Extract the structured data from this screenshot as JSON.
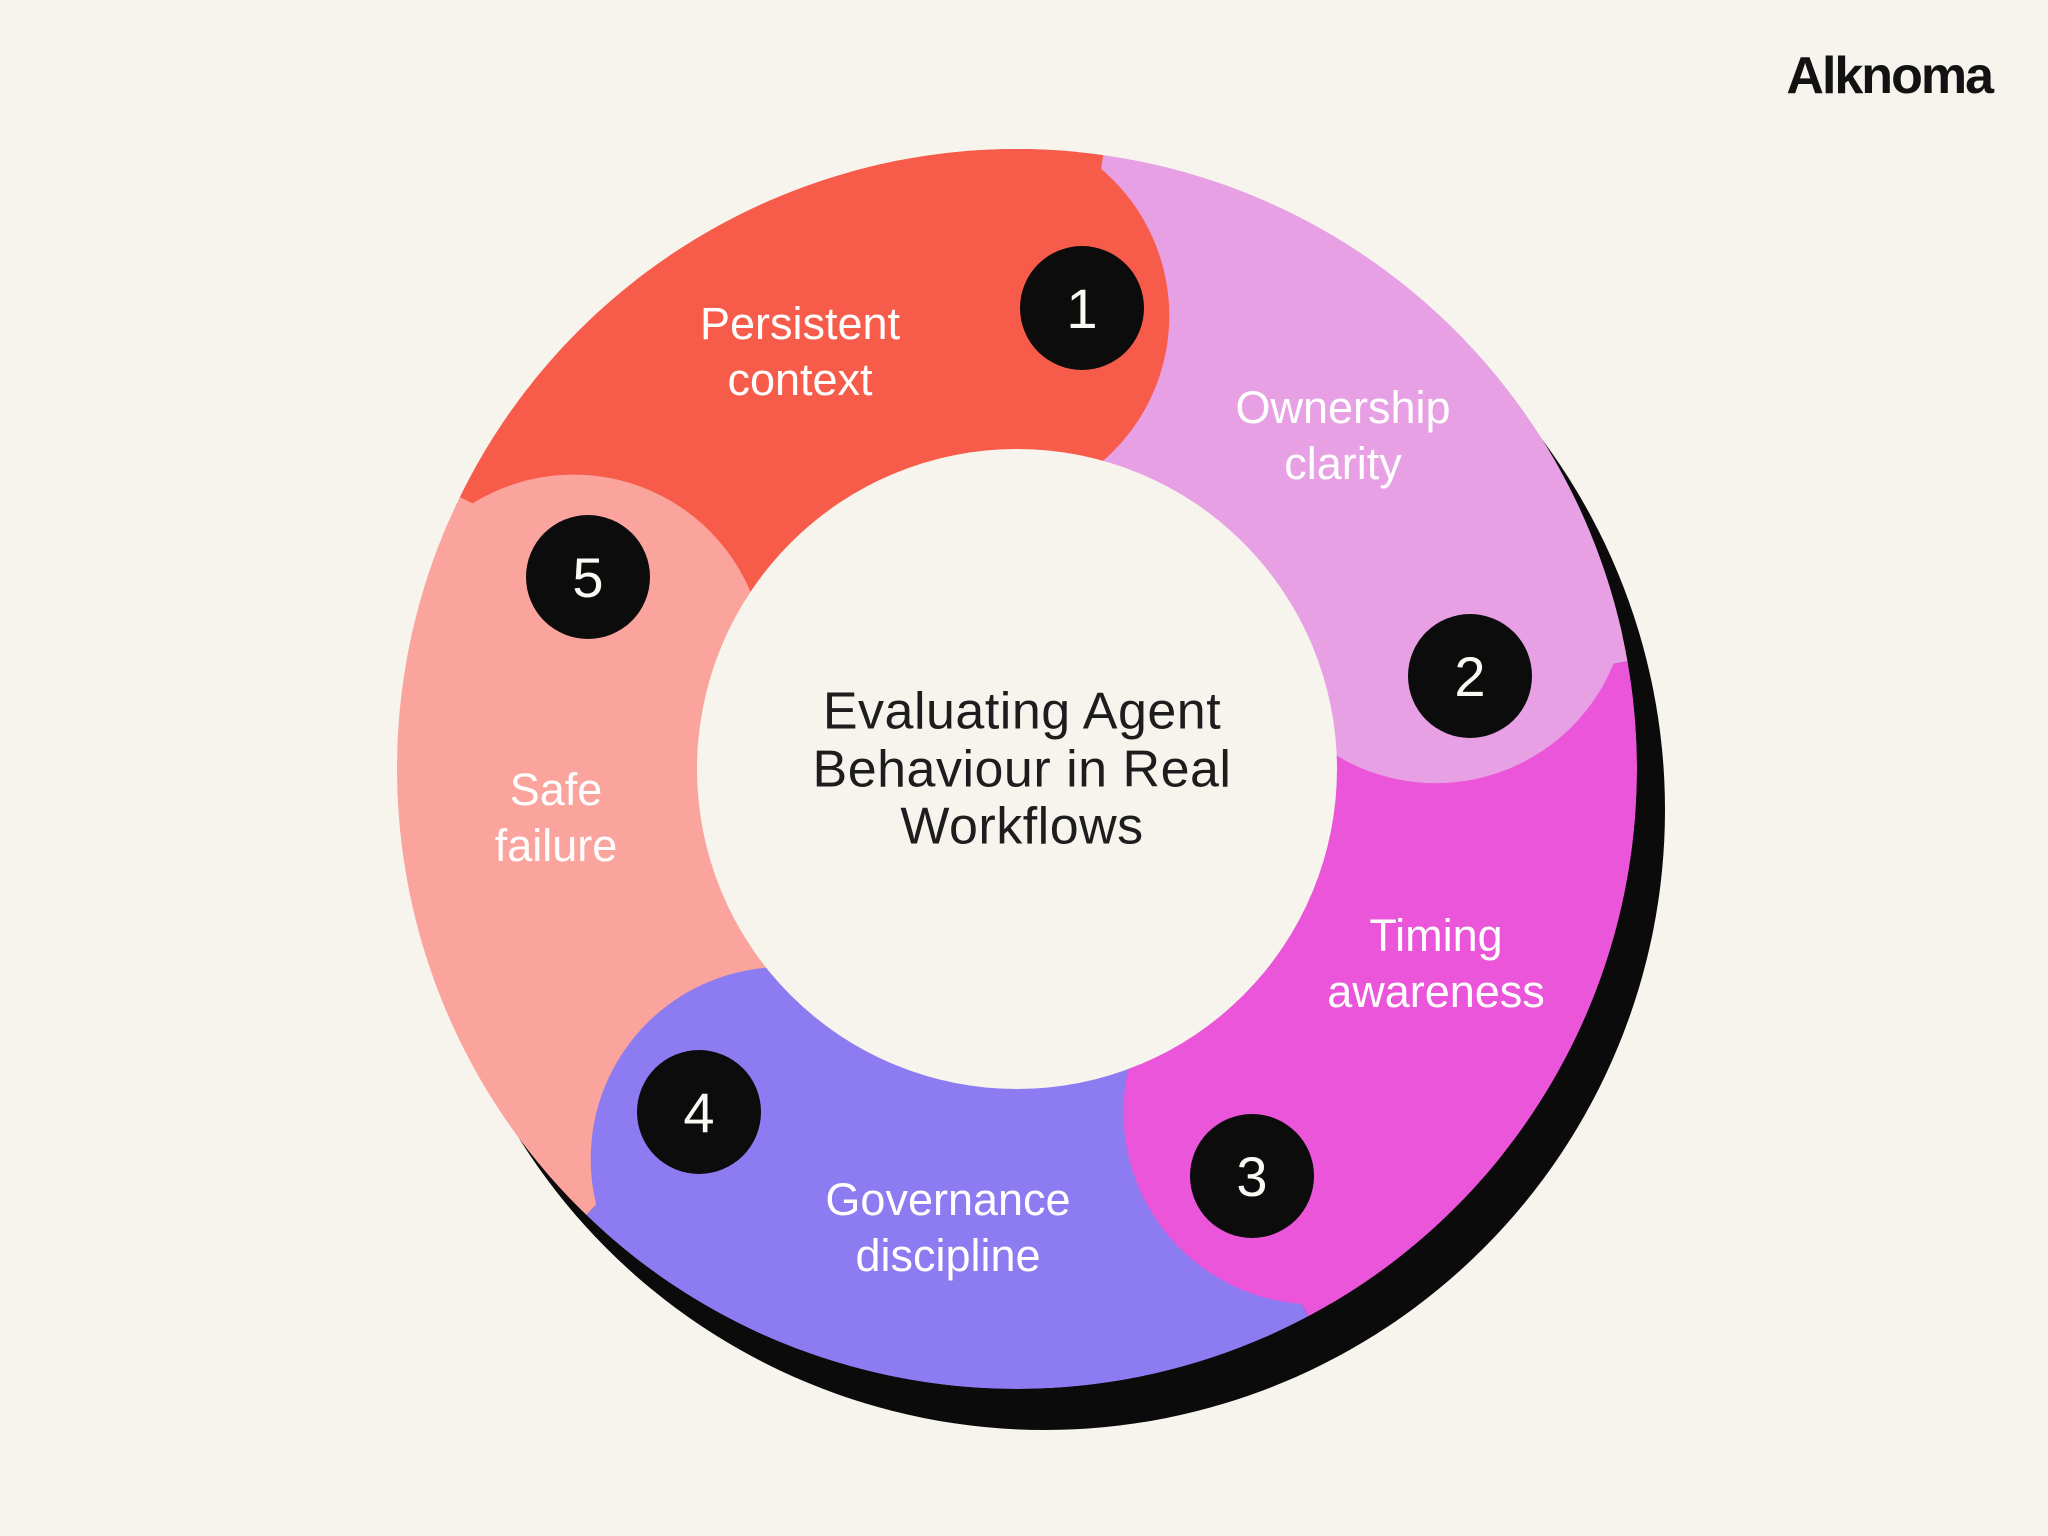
{
  "brand": "Alknoma",
  "center_title": "Evaluating Agent\nBehaviour in Real\nWorkflows",
  "colors": {
    "background": "#F7F4EE",
    "shadow": "#0B0B0B",
    "badge_bg": "#0C0C0C",
    "badge_text": "#FAFAF5",
    "title_text": "#1D1D1D",
    "label_text": "#FFFFFF"
  },
  "steps": [
    {
      "number": "1",
      "label": "Persistent\ncontext",
      "color": "#F75C4B"
    },
    {
      "number": "2",
      "label": "Ownership\nclarity",
      "color": "#E7A0E4"
    },
    {
      "number": "3",
      "label": "Timing\nawareness",
      "color": "#EA55D9"
    },
    {
      "number": "4",
      "label": "Governance\ndiscipline",
      "color": "#8D7BF2"
    },
    {
      "number": "5",
      "label": "Safe\nfailure",
      "color": "#FAA49D"
    }
  ]
}
